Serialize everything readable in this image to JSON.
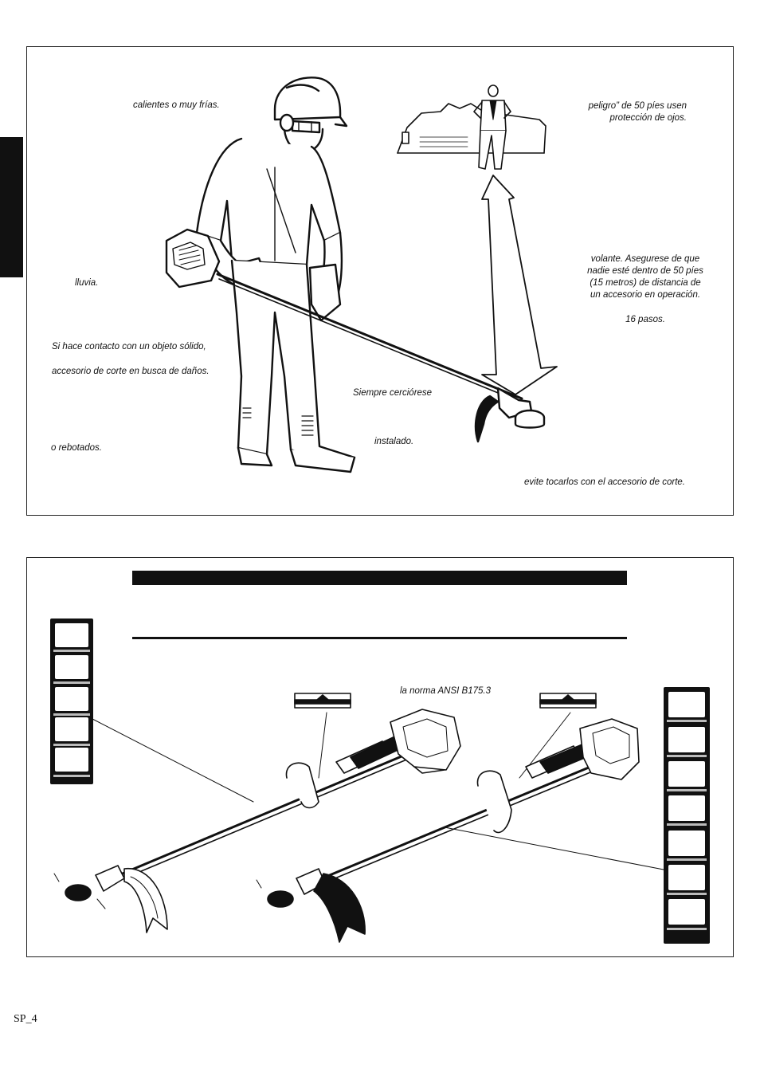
{
  "page": {
    "number": "SP_4"
  },
  "panel1": {
    "captions": {
      "temp": "calientes o muy frías.",
      "rain": "lluvia.",
      "solid1": "Si hace contacto con un objeto sólido,",
      "solid2": "accesorio de corte en busca de daños.",
      "rebound": "o rebotados.",
      "danger1": "peligro” de 50 píes usen",
      "danger2": "protección de ojos.",
      "dist1": "volante.  Asegurese de que",
      "dist2": "nadie esté dentro de 50 píes",
      "dist3": "(15 metros) de distancia de",
      "dist4": "un accesorio en operación.",
      "steps": "16 pasos.",
      "sure": "Siempre cerciórese",
      "installed": "instalado.",
      "avoid": "evite tocarlos con el accesorio de corte."
    }
  },
  "panel2": {
    "ansi_caption": "la norma ANSI B175.3",
    "icons": [
      "book-icon",
      "eye-ear-protection-icon",
      "keep-distance-icon",
      "thrown-objects-icon",
      "no-blade-icon"
    ],
    "icons_right": [
      "book-icon",
      "eye-ear-protection-icon",
      "keep-distance-icon",
      "thrown-objects-icon",
      "blade-thrust-icon",
      "harness-icon",
      "blade-warning-icon"
    ]
  }
}
